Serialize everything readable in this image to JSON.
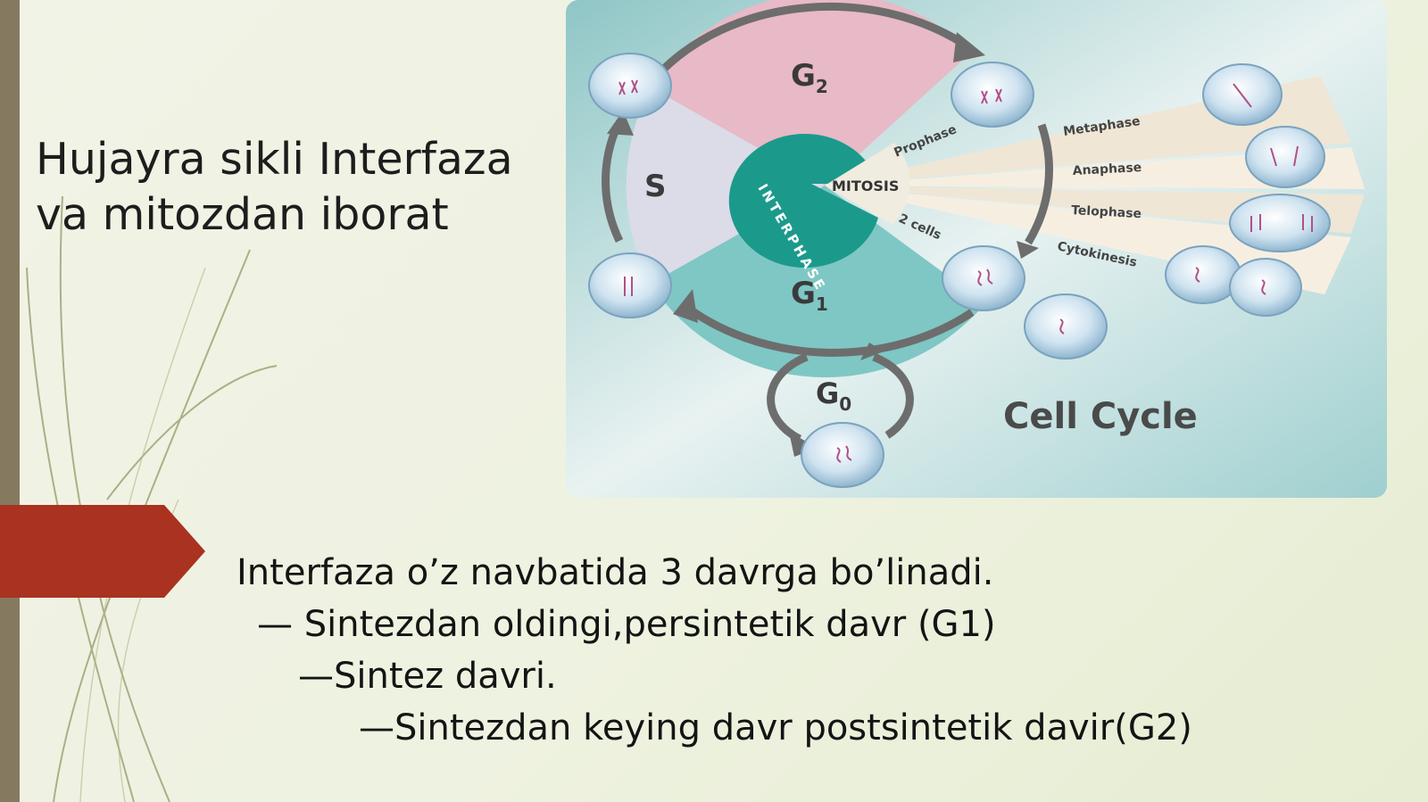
{
  "slide": {
    "title_line1": "Hujayra sikli Interfaza",
    "title_line2": "va mitozdan iborat",
    "body": [
      "Interfaza o’z  navbatida 3 davrga bo’linadi.",
      "— Sintezdan oldingi,persintetik davr (G1)",
      "—Sintez davri.",
      "—Sintezdan keying davr postsintetik davir(G2)"
    ]
  },
  "diagram": {
    "title": "Cell Cycle",
    "g2_label": "G",
    "g2_sub": "2",
    "s_label": "S",
    "g1_label": "G",
    "g1_sub": "1",
    "g0_label": "G",
    "g0_sub": "0",
    "interphase_label": "INTERPHASE",
    "mitosis_label": "MITOSIS",
    "phases": [
      "Prophase",
      "Metaphase",
      "Anaphase",
      "Telophase",
      "Cytokinesis"
    ],
    "cells_label": "2 cells",
    "colors": {
      "g2": "#e8b9c6",
      "s": "#dcdbe8",
      "g1": "#7ec7c4",
      "interphase": "#1b9a8c",
      "arrow": "#6d6d6d",
      "accent_banner": "#a93220"
    }
  }
}
